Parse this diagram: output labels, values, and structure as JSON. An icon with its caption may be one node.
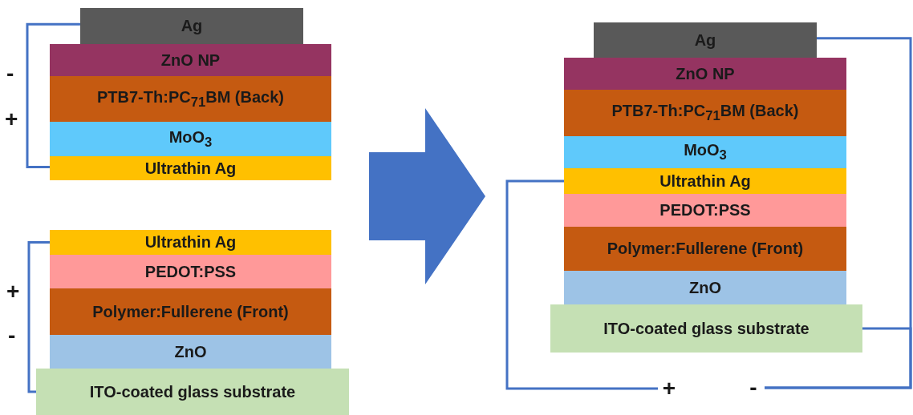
{
  "diagram": {
    "nodes": [
      {
        "text": [
          "Ag"
        ]
      },
      {
        "text": [
          "ZnO NP"
        ]
      },
      {
        "text": [
          "PTB7-Th:PC$_{71}$BM (Back)"
        ]
      },
      {
        "text": [
          "MoO$_{3}$"
        ]
      },
      {
        "text": [
          "Ultrathin Ag"
        ]
      },
      {
        "text": [
          "Ultrathin Ag"
        ]
      },
      {
        "text": [
          "PEDOT:PSS"
        ]
      },
      {
        "text": [
          "Polymer:Fullerene (Front)"
        ]
      },
      {
        "text": [
          "ZnO"
        ]
      },
      {
        "text": [
          "ITO-coated glass substrate"
        ]
      },
      {
        "text": [
          "Ag"
        ]
      },
      {
        "text": [
          "ZnO NP"
        ]
      },
      {
        "text": [
          "PTB7-Th:PC$_{71}$BM (Back)"
        ]
      },
      {
        "text": [
          "MoO$_{3}$"
        ]
      },
      {
        "text": [
          "Ultrathin Ag"
        ]
      },
      {
        "text": [
          "PEDOT:PSS"
        ]
      },
      {
        "text": [
          "Polymer:Fullerene (Front)"
        ]
      },
      {
        "text": [
          "ZnO"
        ]
      },
      {
        "text": [
          "ITO-coated glass substrate"
        ]
      },
      {
        "text": [
          "+"
        ]
      },
      {
        "text": [
          "-"
        ]
      }
    ],
    "edges": [
      {
        "from": 0,
        "to": 4,
        "arrow": "none"
      },
      {
        "from": 5,
        "to": 9,
        "arrow": "none"
      },
      {
        "from": 14,
        "to": 19,
        "arrow": "none"
      },
      {
        "from": 18,
        "to": 20,
        "arrow": "none"
      },
      {
        "from": 10,
        "to": 20,
        "arrow": "none"
      }
    ],
    "labels": [
      "-",
      "+",
      "+",
      "-"
    ]
  }
}
